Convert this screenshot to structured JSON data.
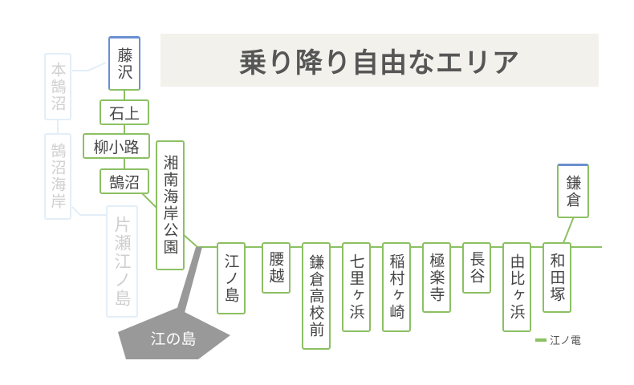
{
  "title": "乗り降り自由なエリア",
  "colors": {
    "enoden_line": "#8cc063",
    "other_line": "#e3eef8",
    "transfer_accent": "#6a8fd0",
    "title_bg": "#f2f1ec",
    "island_fill": "#999999"
  },
  "stations_main": [
    {
      "name": "藤沢",
      "transfer": true
    },
    {
      "name": "石上"
    },
    {
      "name": "柳小路"
    },
    {
      "name": "鵠沼"
    },
    {
      "name": "湘南海岸公園"
    },
    {
      "name": "江ノ島"
    },
    {
      "name": "腰越"
    },
    {
      "name": "鎌倉高校前"
    },
    {
      "name": "七里ヶ浜"
    },
    {
      "name": "稲村ヶ崎"
    },
    {
      "name": "極楽寺"
    },
    {
      "name": "長谷"
    },
    {
      "name": "由比ヶ浜"
    },
    {
      "name": "和田塚"
    },
    {
      "name": "鎌倉",
      "transfer": true
    }
  ],
  "stations_other": [
    {
      "name": "本鵠沼"
    },
    {
      "name": "鵠沼海岸"
    },
    {
      "name": "片瀬江ノ島"
    }
  ],
  "destination": {
    "label": "江の島"
  },
  "legend": {
    "label": "江ノ電"
  }
}
